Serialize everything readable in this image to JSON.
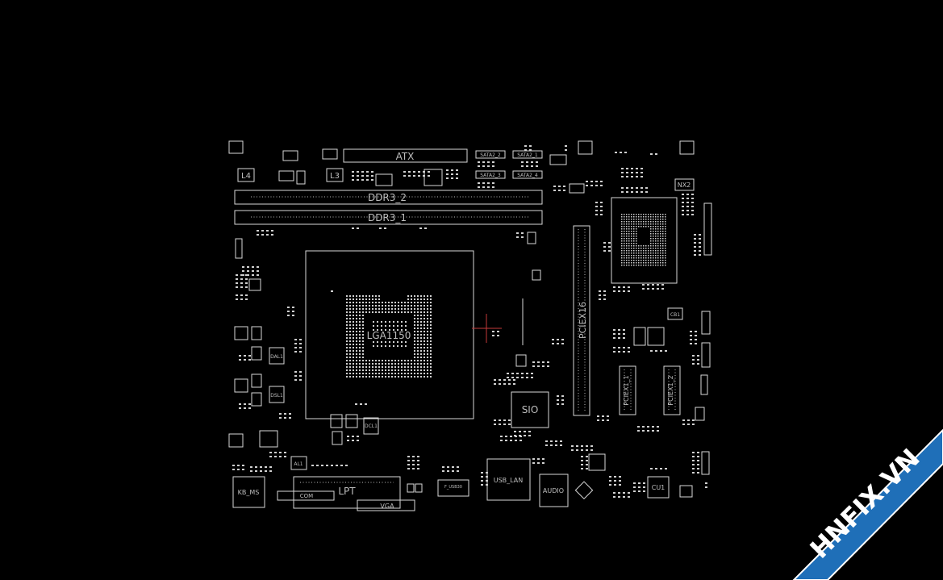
{
  "board": {
    "labels": {
      "atx": "ATX",
      "sata2a": "SATA2_2",
      "sata2b": "SATA2_1",
      "sata2c": "SATA2_3",
      "sata2d": "SATA2_4",
      "ddr3_2": "DDR3_2",
      "ddr3_1": "DDR3_1",
      "l4": "L4",
      "l3": "L3",
      "cpu_socket": "LGA1150",
      "pciex16": "PCIEX16",
      "pciex1_1": "PCIEX1_1",
      "pciex1_2": "PCIEX1_2",
      "sio": "SIO",
      "lpt": "LPT",
      "com": "COM",
      "vga": "VGA",
      "kb_ms": "KB_MS",
      "usb_lan": "USB_LAN",
      "audio": "AUDIO",
      "cu1": "CU1",
      "al1": "AL1",
      "dal1": "DAL1",
      "dsl1": "DSL1",
      "dcl1": "DCL1",
      "nx2": "NX2",
      "cb1": "CB1",
      "rear_usb": "F_USB30"
    },
    "colors": {
      "background": "#000000",
      "trace": "#d8d8d8",
      "crosshair": "#c43a3a"
    }
  },
  "watermark": {
    "brand": "HNFIX.VN",
    "colors": {
      "band": "#1f6fb8",
      "text": "#ffffff",
      "accent": "#e02020"
    }
  }
}
